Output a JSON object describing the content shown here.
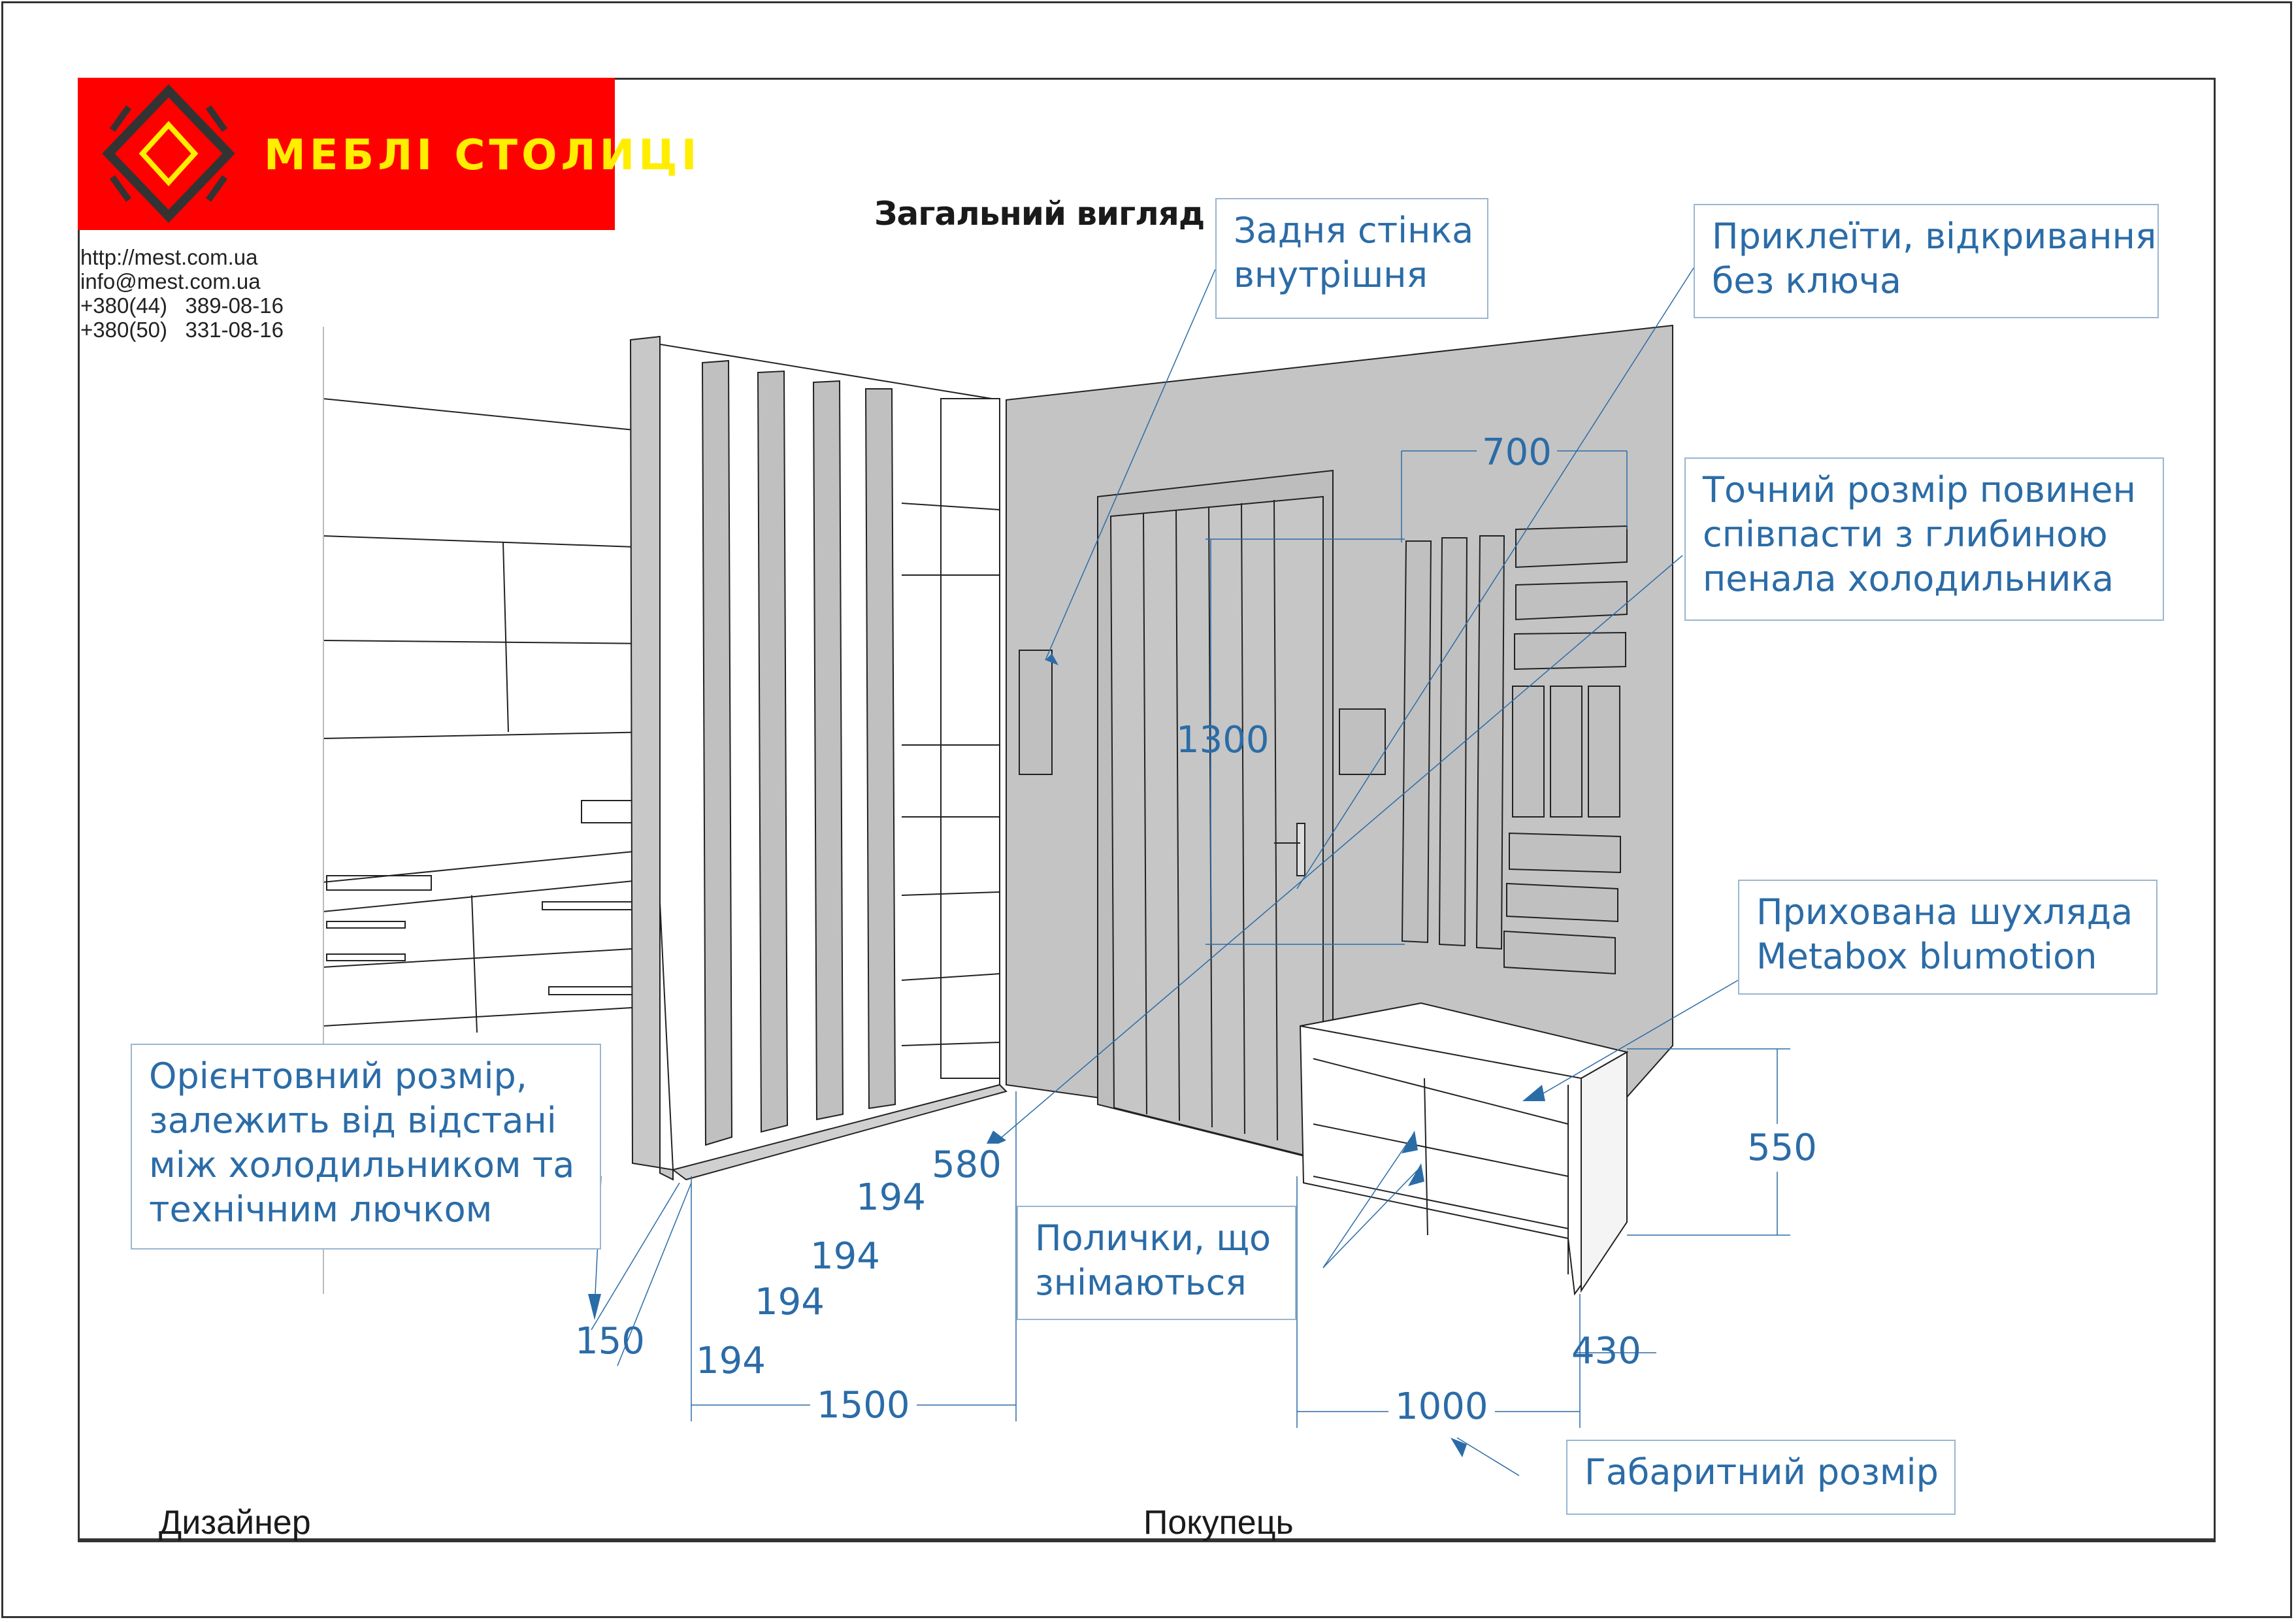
{
  "brand": {
    "name": "МЕБЛІ СТОЛИЦІ",
    "colors": {
      "logo_bg": "#ff0000",
      "logo_fg": "#ffee00",
      "logo_mark": "#333333",
      "annotation": "#2b6ca7"
    }
  },
  "contacts": [
    "http://mest.com.ua",
    "info@mest.com.ua",
    "+380(44)   389-08-16",
    "+380(50)   331-08-16"
  ],
  "title": "Загальний вигляд",
  "callouts": {
    "back_wall": [
      "Задня стінка",
      "внутрішня"
    ],
    "glue": [
      "Приклеїти, відкривання",
      "без ключа"
    ],
    "exact_size": [
      "Точний розмір повинен",
      "співпасти з глибиною",
      "пенала холодильника"
    ],
    "hidden_drawer": [
      "Прихована шухляда",
      "Metabox blumotion"
    ],
    "approx_size": [
      "Орієнтовний розмір,",
      "залежить від відстані",
      "між холодильником та",
      "технічним лючком"
    ],
    "removable_shelves": [
      "Полички, що",
      "знімаються"
    ],
    "overall_size": [
      "Габаритний розмір"
    ]
  },
  "dimensions": {
    "panel_width": "700",
    "panel_height": "1300",
    "shelf_depth": "580",
    "slat_1": "194",
    "slat_2": "194",
    "slat_3": "194",
    "slat_4": "194",
    "partition_depth": "150",
    "partition_width": "1500",
    "bench_width": "1000",
    "bench_depth": "430",
    "bench_height": "550"
  },
  "signatures": {
    "designer": "Дизайнер",
    "customer": "Покупець"
  }
}
